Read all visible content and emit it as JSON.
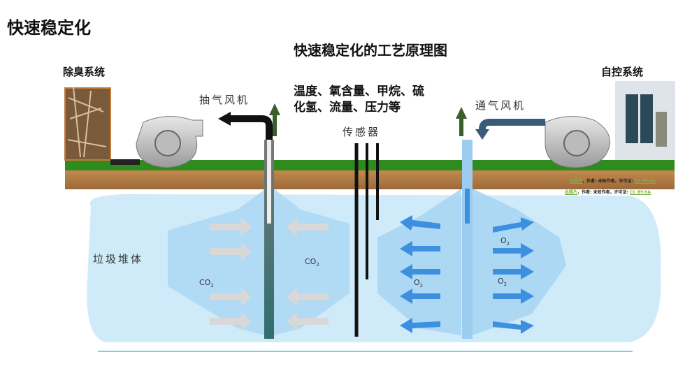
{
  "slide_title": "快速稳定化",
  "diagram_title": "快速稳定化的工艺原理图",
  "labels": {
    "deodor_system": "除臭系统",
    "auto_control": "自控系统",
    "exhaust_fan": "抽气风机",
    "aeration_fan": "通气风机",
    "sensor": "传感器",
    "sensor_params_line1": "温度、氧含量、甲烷、硫",
    "sensor_params_line2": "化氢、流量、压力等",
    "waste_pile": "垃圾堆体"
  },
  "gases": {
    "co2": "CO",
    "co2_sub": "2",
    "o2": "O",
    "o2_sub": "2"
  },
  "credits": [
    {
      "link": "此照片",
      "text": "，作者: 未知作者，许可证: ",
      "license": "CC BY-SA"
    },
    {
      "link": "此照片",
      "text": "，作者: 未知作者，许可证: ",
      "license": "CC BY-SA"
    }
  ],
  "colors": {
    "grass": "#2e8b1e",
    "soil": "#b07a45",
    "pile": "#bfe3f7",
    "arrow_blue": "#3d8fe0",
    "aeration_pipe": "#9ccdf0"
  }
}
